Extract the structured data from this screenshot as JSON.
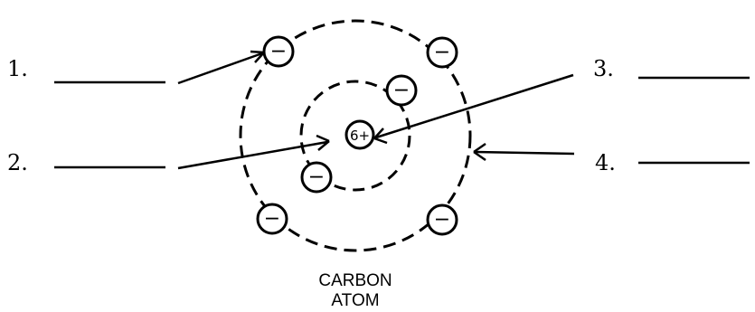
{
  "diagram": {
    "labels": [
      {
        "number": "1."
      },
      {
        "number": "2."
      },
      {
        "number": "3."
      },
      {
        "number": "4."
      }
    ],
    "nucleus": {
      "text": "6+"
    },
    "electron_sign": "−",
    "caption": {
      "line1": "CARBON",
      "line2": "ATOM"
    }
  }
}
